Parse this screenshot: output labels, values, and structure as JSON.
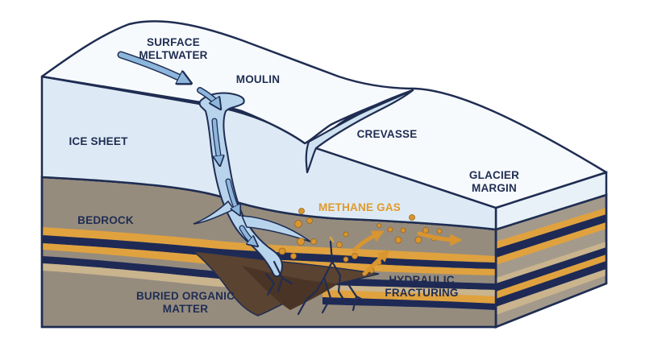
{
  "colors": {
    "outline": "#1f2d52",
    "ice_top": "#f7fafd",
    "ice_front": "#ddeaf5",
    "ice_side": "#e8f1f8",
    "meltwater": "#9fc4e3",
    "bedrock": "#968c7e",
    "bedrock_side": "#a49a8c",
    "stratum_gold": "#e0a23e",
    "stratum_navy": "#1e2a55",
    "stratum_tan": "#c9b48e",
    "organic": "#5b4331",
    "methane": "#d9952f",
    "label_text": "#1f2d52",
    "label_methane": "#e09a2c"
  },
  "labels": {
    "surface_meltwater_line1": "SURFACE",
    "surface_meltwater_line2": "MELTWATER",
    "moulin": "MOULIN",
    "ice_sheet": "ICE SHEET",
    "crevasse": "CREVASSE",
    "glacier_margin_line1": "GLACIER",
    "glacier_margin_line2": "MARGIN",
    "bedrock": "BEDROCK",
    "methane_gas": "METHANE GAS",
    "hydraulic_fracturing_line1": "HYDRAULIC",
    "hydraulic_fracturing_line2": "FRACTURING",
    "buried_organic_matter_line1": "BURIED ORGANIC",
    "buried_organic_matter_line2": "MATTER"
  }
}
